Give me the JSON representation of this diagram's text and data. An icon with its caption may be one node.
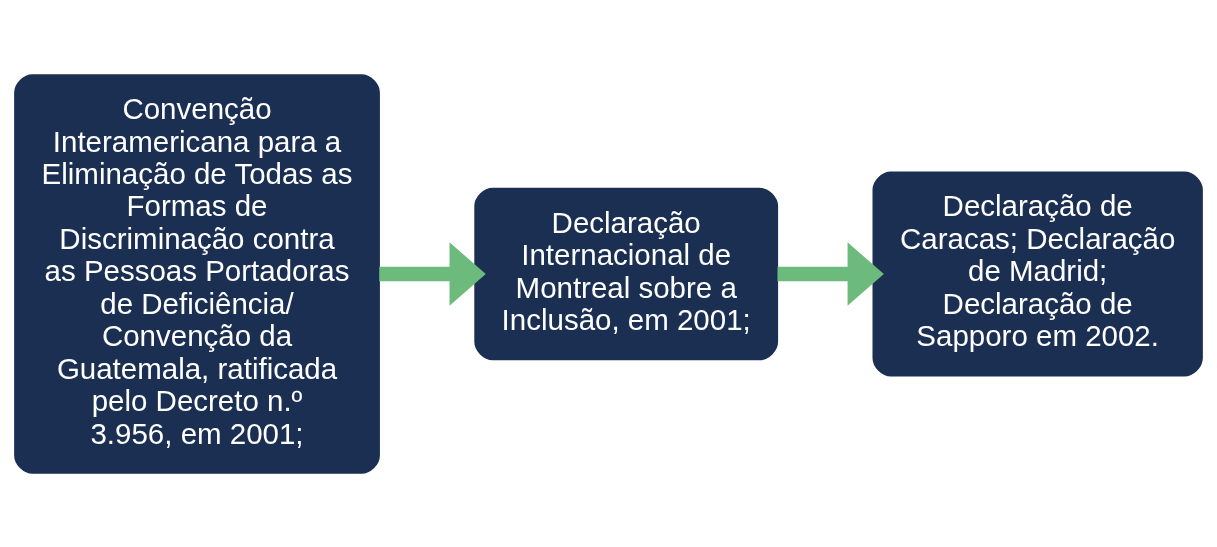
{
  "diagram": {
    "nodes": [
      {
        "text": [
          "Convenção Interamericana para a Eliminação de Todas as Formas de Discriminação contra as Pessoas Portadoras de Deficiência/ Convenção da Guatemala, ratificada pelo Decreto n.º 3.956, em 2001;"
        ]
      },
      {
        "text": [
          "Declaração Internacional de Montreal sobre a Inclusão, em 2001;"
        ]
      },
      {
        "text": [
          "Declaração de Caracas; Declaração de Madrid; Declaração de Sapporo em 2002."
        ]
      }
    ],
    "edges": [
      {
        "from": 0,
        "to": 1,
        "arrow": "to"
      },
      {
        "from": 1,
        "to": 2,
        "arrow": "to"
      }
    ]
  }
}
